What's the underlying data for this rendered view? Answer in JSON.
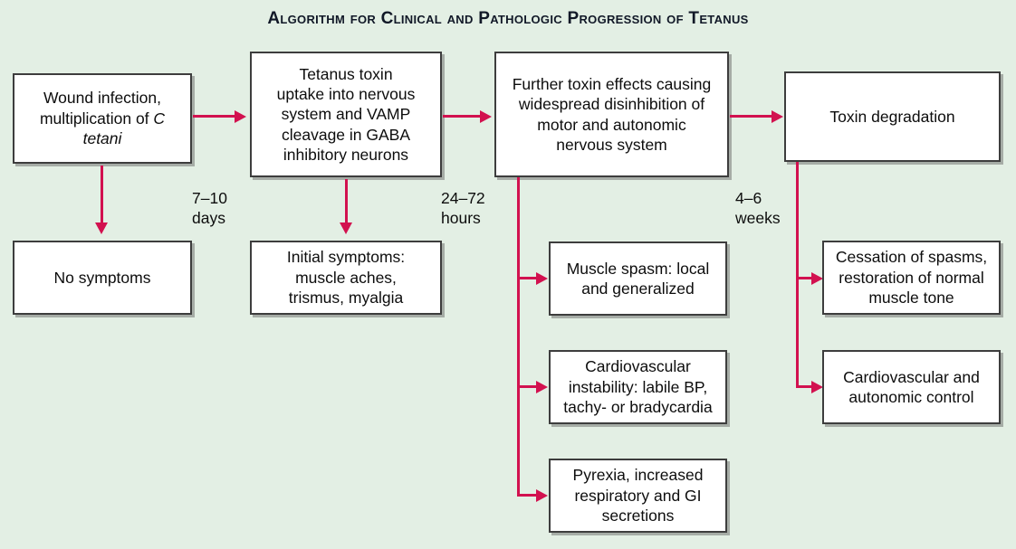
{
  "figure": {
    "title": "Algorithm for Clinical and Pathologic Progression of Tetanus",
    "background_color": "#e3efe4",
    "arrow_color": "#d2114f",
    "box_fill": "#ffffff",
    "box_border": "#3d3d3d"
  },
  "nodes": {
    "wound_infection": {
      "line1": "Wound infection,",
      "line2": "multiplication of ",
      "line2_italic": "C",
      "line3_italic": "tetani"
    },
    "no_symptoms": {
      "label": "No symptoms"
    },
    "toxin_uptake": {
      "line1": "Tetanus toxin",
      "line2": "uptake into nervous",
      "line3": "system and VAMP",
      "line4": "cleavage in GABA",
      "line5": "inhibitory neurons"
    },
    "initial_symptoms": {
      "line1": "Initial symptoms:",
      "line2": "muscle aches,",
      "line3": "trismus, myalgia"
    },
    "further_toxin_effects": {
      "line1": "Further toxin effects causing",
      "line2": "widespread disinhibition of",
      "line3": "motor and autonomic",
      "line4": "nervous system"
    },
    "muscle_spasm": {
      "line1": "Muscle spasm: local",
      "line2": "and generalized"
    },
    "cardiovascular_instability": {
      "line1": "Cardiovascular",
      "line2": "instability: labile BP,",
      "line3": "tachy- or bradycardia"
    },
    "pyrexia": {
      "line1": "Pyrexia, increased",
      "line2": "respiratory and GI",
      "line3": "secretions"
    },
    "toxin_degradation": {
      "label": "Toxin degradation"
    },
    "cessation_of_spasms": {
      "line1": "Cessation of spasms,",
      "line2": "restoration of normal",
      "line3": "muscle tone"
    },
    "cardiovascular_control": {
      "line1": "Cardiovascular and",
      "line2": "autonomic control"
    }
  },
  "interval_labels": {
    "stage1": {
      "line1": "7–10",
      "line2": "days"
    },
    "stage2": {
      "line1": "24–72",
      "line2": "hours"
    },
    "stage3": {
      "line1": "4–6",
      "line2": "weeks"
    }
  }
}
